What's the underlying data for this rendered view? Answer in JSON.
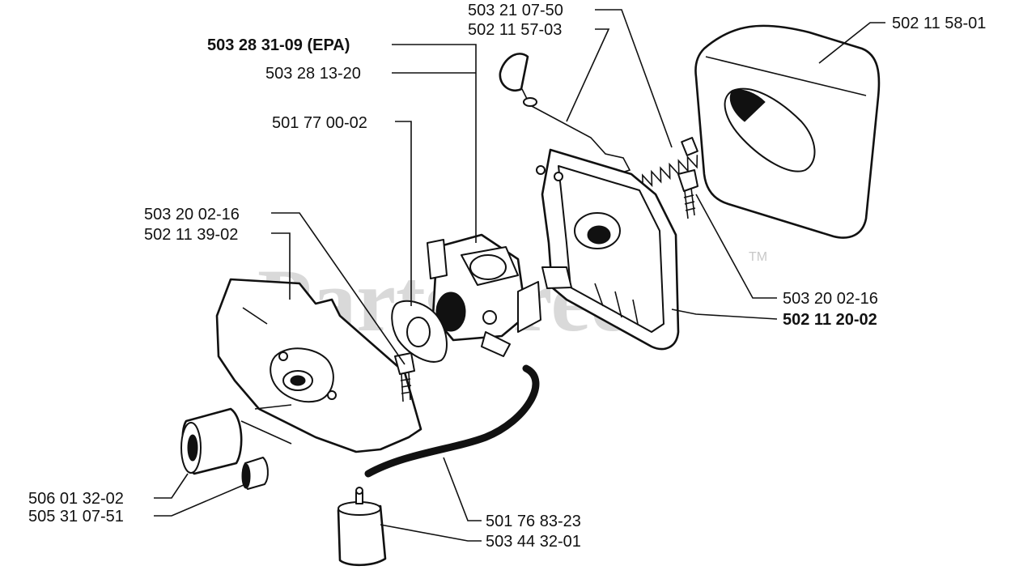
{
  "watermark": {
    "text": "PartsTree",
    "mark": "TM"
  },
  "labels": {
    "carb_epa": "503 28 31-09 (EPA)",
    "carb": "503 28 13-20",
    "gasket": "501 77 00-02",
    "screw_left": "503 20 02-16",
    "holder": "502 11 39-02",
    "spring": "503 21 07-50",
    "rod": "502 11 57-03",
    "filter": "502 11 58-01",
    "screw_right": "503 20 02-16",
    "plate": "502 11 20-02",
    "sleeve": "506 01 32-02",
    "nipple": "505 31 07-51",
    "fuel_hose": "501 76 83-23",
    "fuel_filter": "503 44 32-01"
  }
}
